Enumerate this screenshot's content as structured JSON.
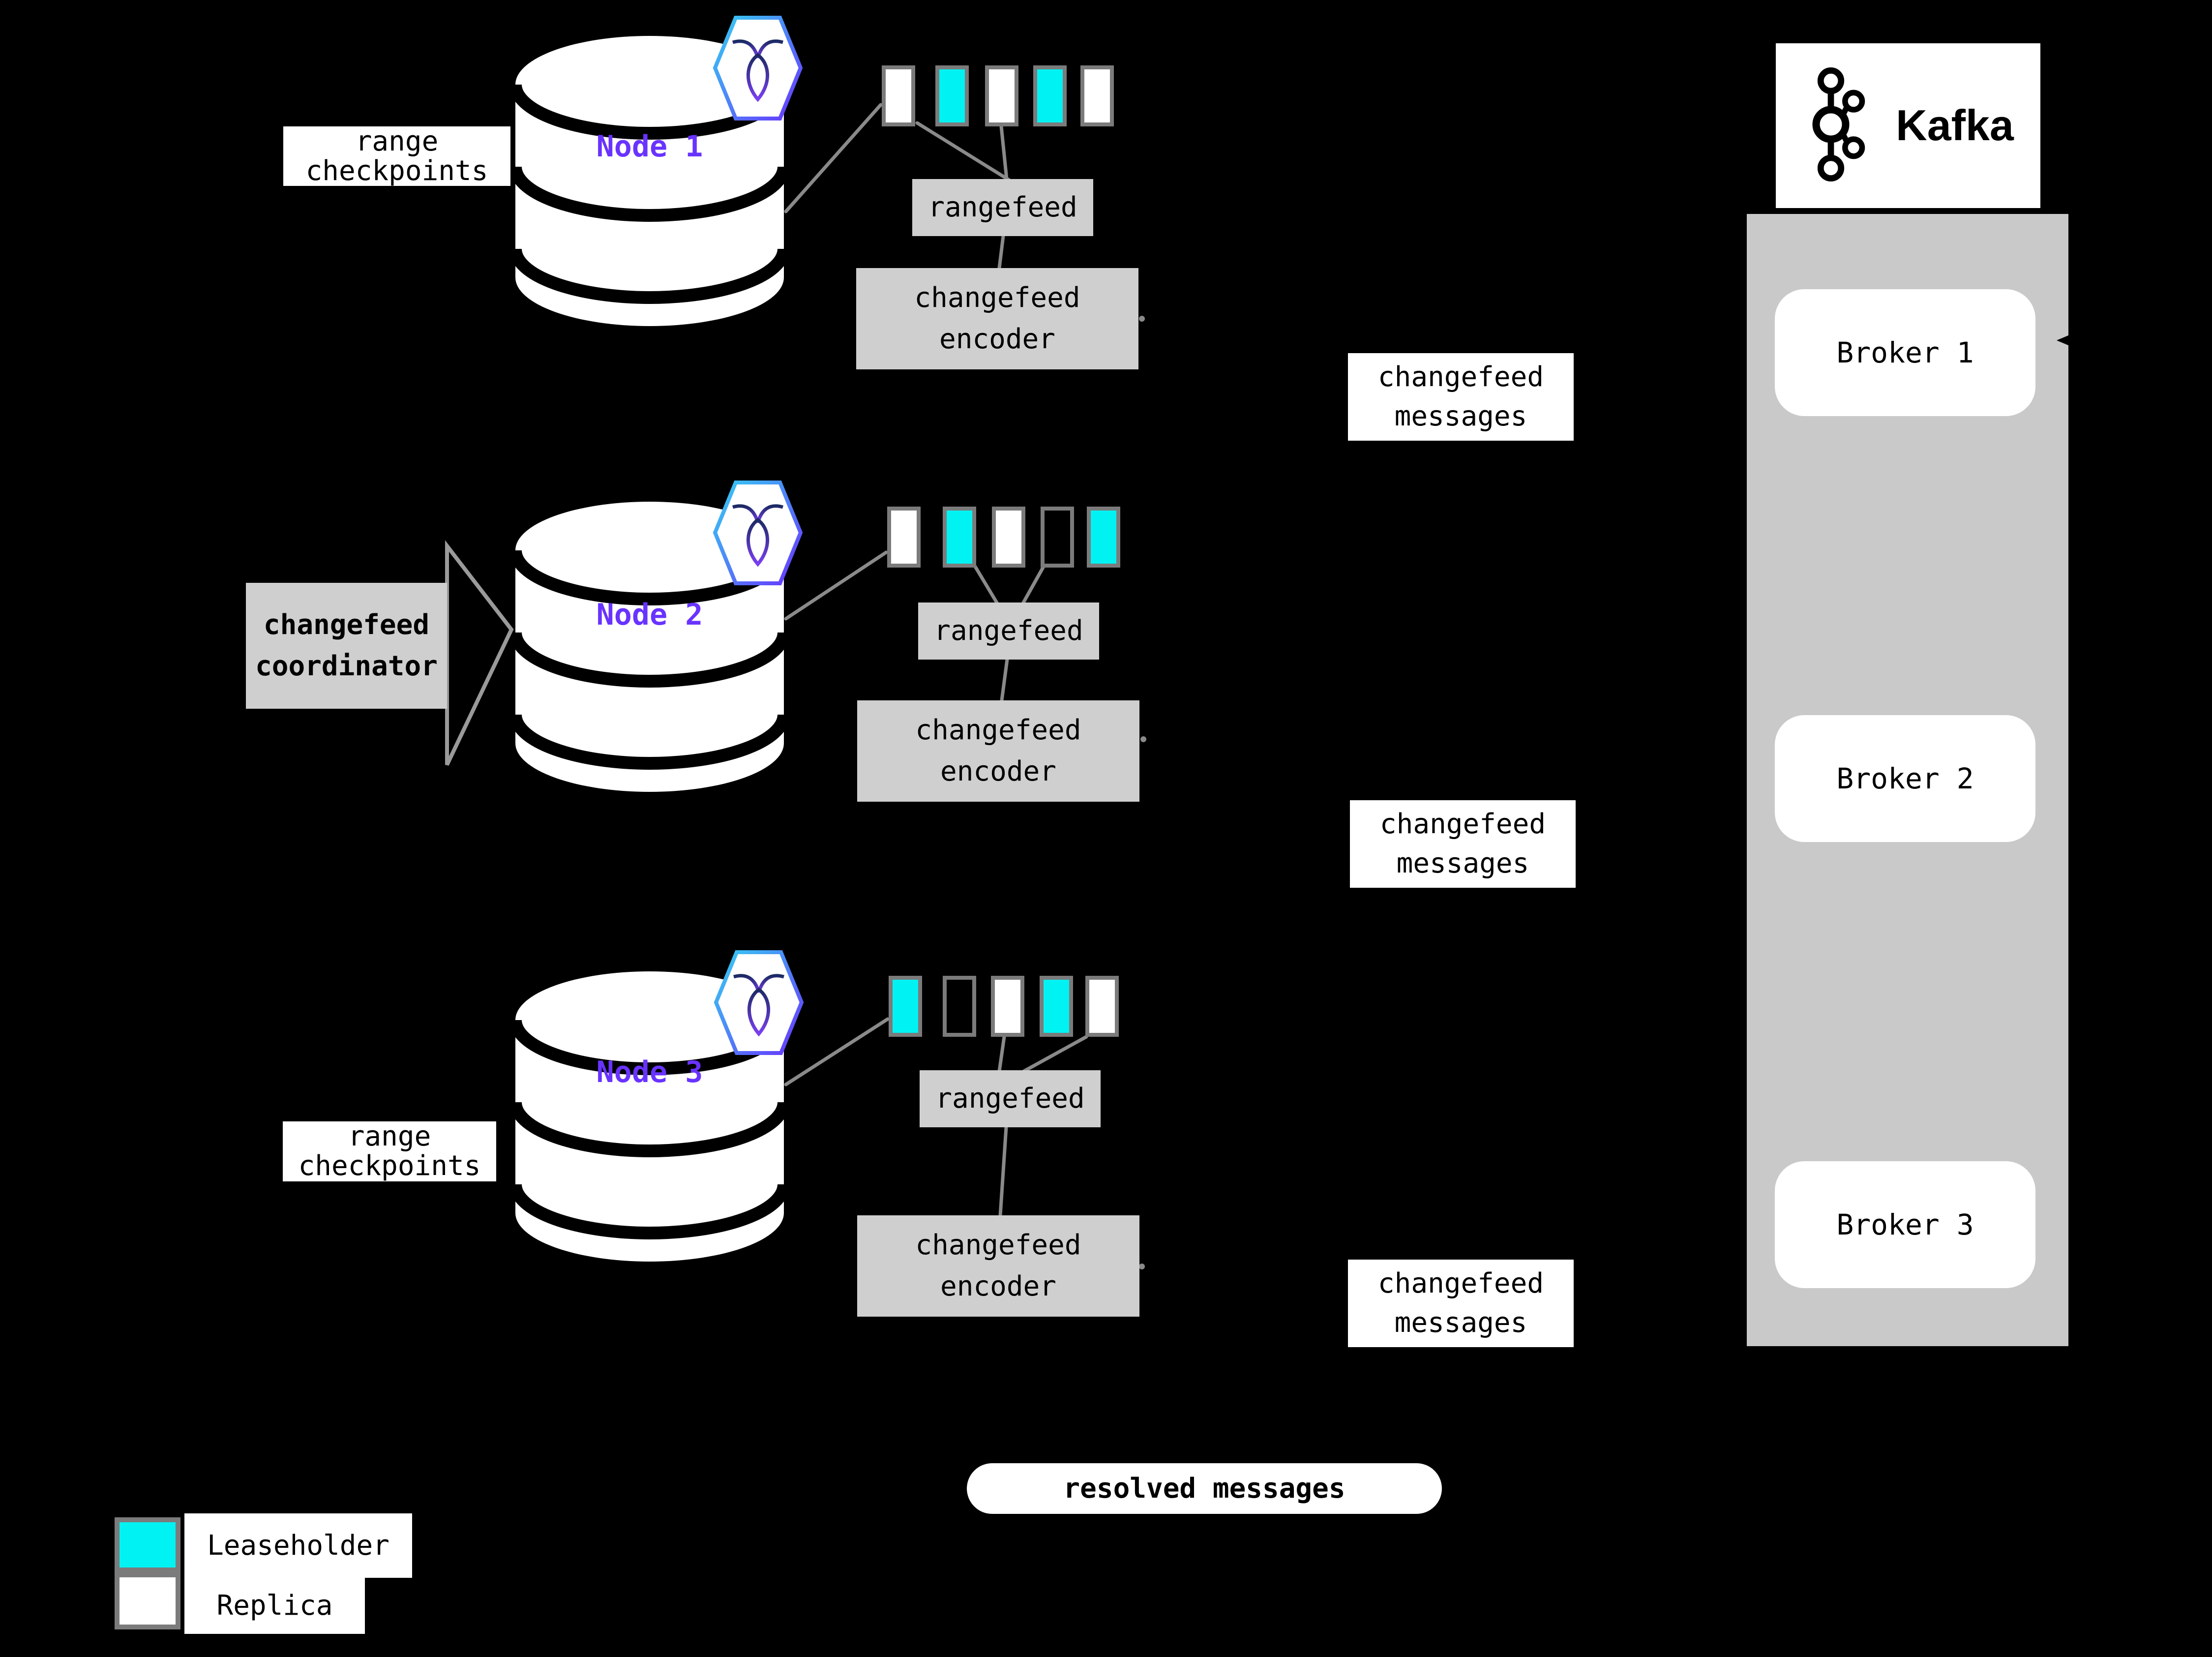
{
  "colors": {
    "background": "#000000",
    "leaseholder": "#00f2f2",
    "replica": "#ffffff",
    "empty_range": "#000000",
    "box_gray": "#cfcfcf",
    "kafka_panel_gray": "#c9c9c9",
    "connector_gray": "#8a8a8a",
    "square_border_gray": "#7b7b7b",
    "node_label_purple": "#6933ff",
    "hexagon_gradient_start": "#35d0f2",
    "hexagon_gradient_end": "#6933ff"
  },
  "annotations": {
    "range_checkpoints_top": "range checkpoints",
    "range_checkpoints_bottom": "range checkpoints",
    "coordinator": "changefeed coordinator",
    "resolved_messages": "resolved messages"
  },
  "nodes": [
    {
      "name": "Node 1",
      "rangefeed_label": "rangefeed",
      "encoder_label": "changefeed encoder",
      "messages_label": "changefeed messages",
      "ranges": [
        "replica",
        "leaseholder",
        "replica",
        "leaseholder",
        "replica"
      ]
    },
    {
      "name": "Node 2",
      "rangefeed_label": "rangefeed",
      "encoder_label": "changefeed encoder",
      "messages_label": "changefeed messages",
      "ranges": [
        "replica",
        "leaseholder",
        "replica",
        "empty",
        "leaseholder"
      ]
    },
    {
      "name": "Node 3",
      "rangefeed_label": "rangefeed",
      "encoder_label": "changefeed encoder",
      "messages_label": "changefeed messages",
      "ranges": [
        "leaseholder",
        "empty",
        "replica",
        "leaseholder",
        "replica"
      ]
    }
  ],
  "kafka": {
    "title": "Kafka",
    "brokers": [
      "Broker 1",
      "Broker 2",
      "Broker 3"
    ]
  },
  "legend": [
    {
      "swatch": "leaseholder",
      "label": "Leaseholder"
    },
    {
      "swatch": "replica",
      "label": "Replica"
    }
  ]
}
